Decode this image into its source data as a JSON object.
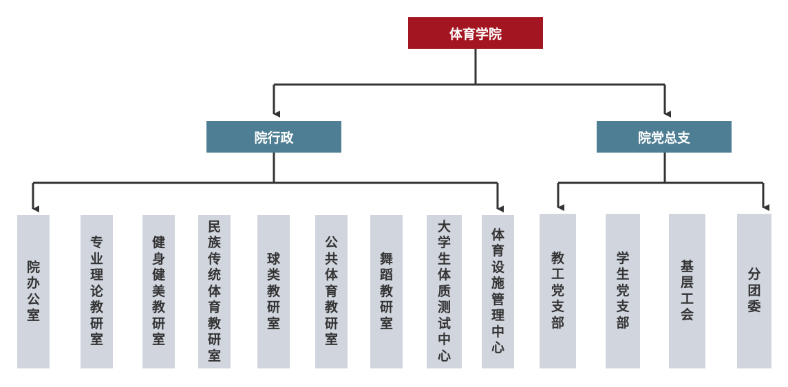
{
  "root": {
    "label": "体育学院"
  },
  "branches": [
    {
      "label": "院行政",
      "children": [
        "院办公室",
        "专业理论教研室",
        "健身健美教研室",
        "民族传统体育教研室",
        "球类教研室",
        "公共体育教研室",
        "舞蹈教研室",
        "大学生体质测试中心",
        "体育设施管理中心"
      ]
    },
    {
      "label": "院党总支",
      "children": [
        "教工党支部",
        "学生党支部",
        "基层工会",
        "分团委"
      ]
    }
  ],
  "colors": {
    "root": "#a31621",
    "branch": "#4e7e93",
    "leaf": "#d0d5de",
    "connector": "#333333"
  }
}
